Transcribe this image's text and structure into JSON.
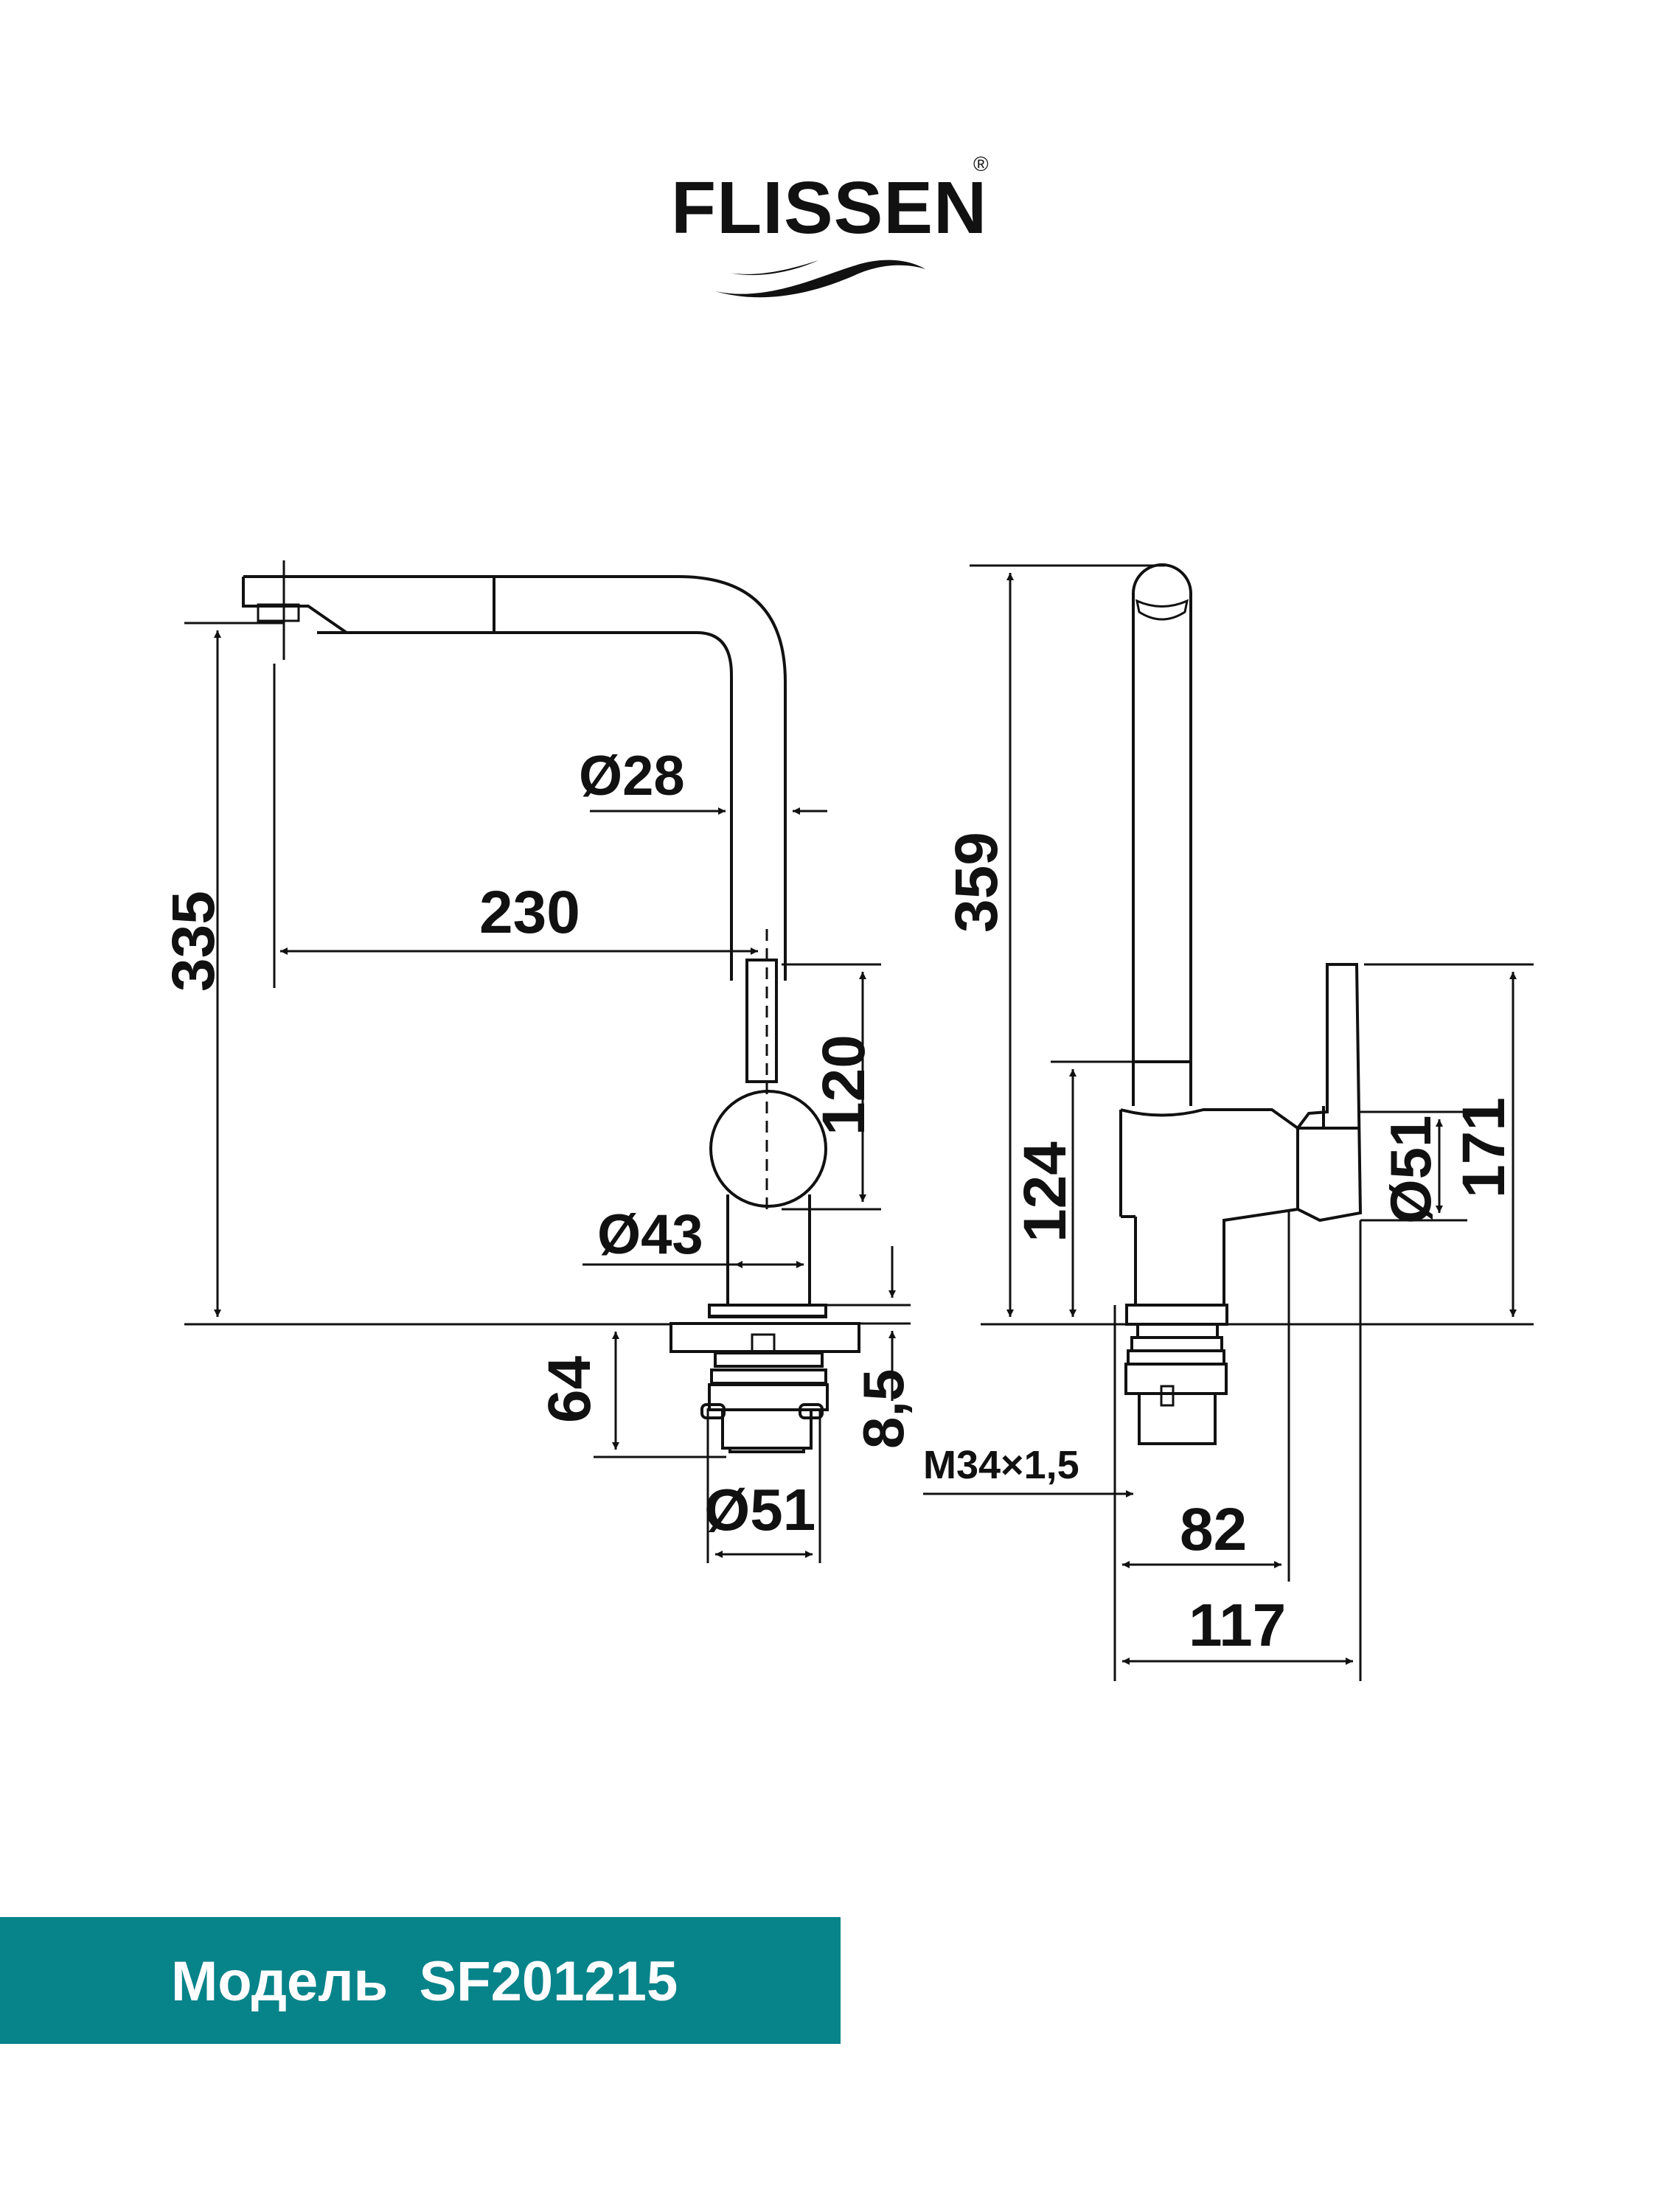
{
  "brand": {
    "name": "FLISSEN",
    "registered_mark": "®"
  },
  "dimensions": {
    "d28": "Ø28",
    "d230": "230",
    "d335": "335",
    "d120": "120",
    "d43": "Ø43",
    "d64": "64",
    "d8_5": "8,5",
    "d51_front": "Ø51",
    "d359": "359",
    "d124": "124",
    "d51_side": "Ø51",
    "d171": "171",
    "thread": "M34×1,5",
    "d82": "82",
    "d117": "117"
  },
  "model": {
    "label": "Модель",
    "code": "SF201215"
  },
  "colors": {
    "banner": "#07838a",
    "line": "#111111"
  }
}
